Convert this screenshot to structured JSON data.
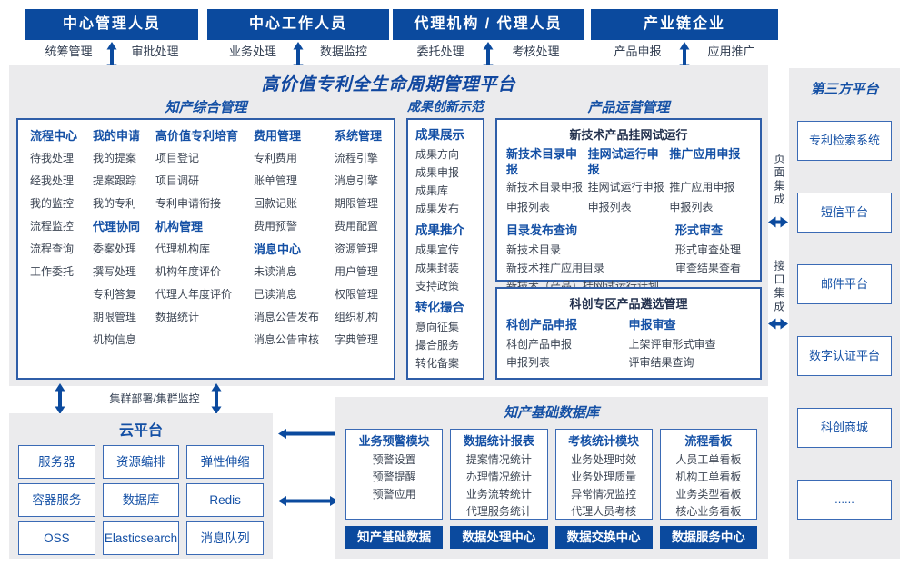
{
  "colors": {
    "primary": "#0b4a9e",
    "accent_text": "#1450a5",
    "item_text": "#3d4654",
    "panel_bg": "#ebebed"
  },
  "icons": {
    "double_arrow_vertical": "↕",
    "double_arrow_horizontal": "↔",
    "arrow_left": "←"
  },
  "roles": [
    {
      "title": "中心管理人员",
      "left": "统筹管理",
      "right": "审批处理"
    },
    {
      "title": "中心工作人员",
      "left": "业务处理",
      "right": "数据监控"
    },
    {
      "title": "代理机构 / 代理人员",
      "left": "委托处理",
      "right": "考核处理"
    },
    {
      "title": "产业链企业",
      "left": "产品申报",
      "right": "应用推广"
    }
  ],
  "platform": {
    "title": "高价值专利全生命周期管理平台",
    "ip_mgmt": {
      "title": "知产综合管理",
      "columns": [
        [
          {
            "h": "流程中心",
            "items": [
              "待我处理",
              "经我处理",
              "我的监控",
              "流程监控",
              "流程查询",
              "工作委托"
            ]
          }
        ],
        [
          {
            "h": "我的申请",
            "items": [
              "我的提案",
              "提案跟踪",
              "我的专利"
            ]
          },
          {
            "h": "代理协同",
            "items": [
              "委案处理",
              "撰写处理",
              "专利答复",
              "期限管理",
              "机构信息"
            ]
          }
        ],
        [
          {
            "h": "高价值专利培育",
            "items": [
              "项目登记",
              "项目调研",
              "专利申请衔接"
            ]
          },
          {
            "h": "机构管理",
            "items": [
              "代理机构库",
              "机构年度评价",
              "代理人年度评价",
              "数据统计"
            ]
          }
        ],
        [
          {
            "h": "费用管理",
            "items": [
              "专利费用",
              "账单管理",
              "回款记账",
              "费用预警"
            ]
          },
          {
            "h": "消息中心",
            "items": [
              "未读消息",
              "已读消息",
              "消息公告发布",
              "消息公告审核"
            ]
          }
        ],
        [
          {
            "h": "系统管理",
            "items": [
              "流程引擎",
              "消息引擎",
              "期限管理",
              "费用配置",
              "资源管理",
              "用户管理",
              "权限管理",
              "组织机构",
              "字典管理"
            ]
          }
        ]
      ]
    },
    "achievement": {
      "title": "成果创新示范",
      "groups": [
        {
          "h": "成果展示",
          "items": [
            "成果方向",
            "成果申报",
            "成果库",
            "成果发布"
          ]
        },
        {
          "h": "成果推介",
          "items": [
            "成果宣传",
            "成果封装",
            "支持政策"
          ]
        },
        {
          "h": "转化撮合",
          "items": [
            "意向征集",
            "撮合服务",
            "转化备案"
          ]
        }
      ]
    },
    "product_ops": {
      "title": "产品运营管理",
      "box1": {
        "title": "新技术产品挂网试运行",
        "cols": [
          {
            "h": "新技术目录申报",
            "items": [
              "新技术目录申报",
              "申报列表"
            ]
          },
          {
            "h": "挂网试运行申报",
            "items": [
              "挂网试运行申报",
              "申报列表"
            ]
          },
          {
            "h": "推广应用申报",
            "items": [
              "推广应用申报",
              "申报列表"
            ]
          }
        ],
        "catalog_query": {
          "h": "目录发布查询",
          "items": [
            "新技术目录",
            "新技术推广应用目录",
            "新技术（产品）挂网试运行计划"
          ]
        },
        "formal_review": [
          {
            "h": "形式审查",
            "items": [
              "形式审查处理",
              "审查结果查看"
            ]
          }
        ]
      },
      "box2": {
        "title": "科创专区产品遴选管理",
        "cols": [
          {
            "h": "科创产品申报",
            "items": [
              "科创产品申报",
              "申报列表"
            ]
          },
          {
            "h": "申报审查",
            "items": [
              "上架评审形式审查",
              "评审结果查询"
            ]
          }
        ]
      }
    }
  },
  "integration": {
    "page_label": "页面集成",
    "api_label": "接口集成"
  },
  "third_party": {
    "title": "第三方平台",
    "boxes": [
      "专利检索系统",
      "短信平台",
      "邮件平台",
      "数字认证平台",
      "科创商城",
      "......"
    ]
  },
  "cluster_label": "集群部署/集群监控",
  "cloud": {
    "title": "云平台",
    "boxes": [
      "服务器",
      "资源编排",
      "弹性伸缩",
      "容器服务",
      "数据库",
      "Redis",
      "OSS",
      "Elasticsearch",
      "消息队列"
    ]
  },
  "db": {
    "title": "知产基础数据库",
    "modules": [
      {
        "h": "业务预警模块",
        "items": [
          "预警设置",
          "预警提醒",
          "预警应用"
        ]
      },
      {
        "h": "数据统计报表",
        "items": [
          "提案情况统计",
          "办理情况统计",
          "业务流转统计",
          "代理服务统计"
        ]
      },
      {
        "h": "考核统计模块",
        "items": [
          "业务处理时效",
          "业务处理质量",
          "异常情况监控",
          "代理人员考核"
        ]
      },
      {
        "h": "流程看板",
        "items": [
          "人员工单看板",
          "机构工单看板",
          "业务类型看板",
          "核心业务看板"
        ]
      }
    ],
    "centers": [
      "知产基础数据",
      "数据处理中心",
      "数据交换中心",
      "数据服务中心"
    ]
  }
}
